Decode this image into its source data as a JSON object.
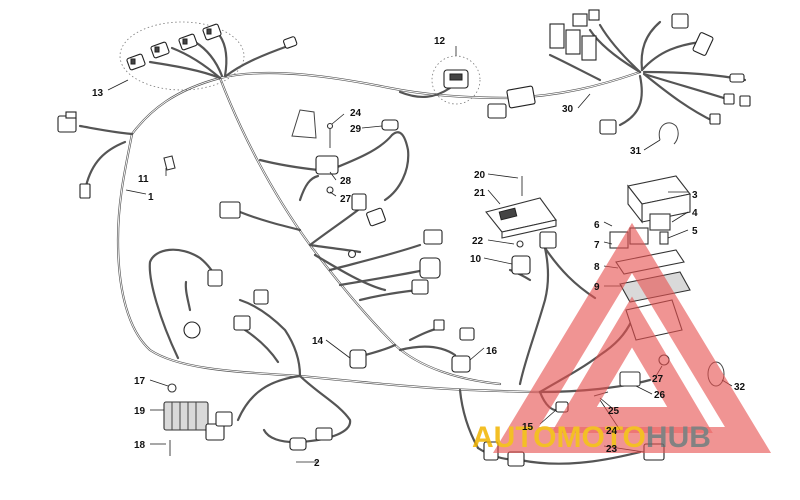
{
  "callouts": [
    {
      "id": "c1",
      "text": "1"
    },
    {
      "id": "c2",
      "text": "2"
    },
    {
      "id": "c3",
      "text": "3"
    },
    {
      "id": "c4",
      "text": "4"
    },
    {
      "id": "c5",
      "text": "5"
    },
    {
      "id": "c6",
      "text": "6"
    },
    {
      "id": "c7",
      "text": "7"
    },
    {
      "id": "c8",
      "text": "8"
    },
    {
      "id": "c9",
      "text": "9"
    },
    {
      "id": "c10",
      "text": "10"
    },
    {
      "id": "c11",
      "text": "11"
    },
    {
      "id": "c12",
      "text": "12"
    },
    {
      "id": "c13",
      "text": "13"
    },
    {
      "id": "c14",
      "text": "14"
    },
    {
      "id": "c15",
      "text": "15"
    },
    {
      "id": "c16",
      "text": "16"
    },
    {
      "id": "c17",
      "text": "17"
    },
    {
      "id": "c18",
      "text": "18"
    },
    {
      "id": "c19",
      "text": "19"
    },
    {
      "id": "c20",
      "text": "20"
    },
    {
      "id": "c21",
      "text": "21"
    },
    {
      "id": "c22",
      "text": "22"
    },
    {
      "id": "c23",
      "text": "23"
    },
    {
      "id": "c24a",
      "text": "24"
    },
    {
      "id": "c24b",
      "text": "24"
    },
    {
      "id": "c25",
      "text": "25"
    },
    {
      "id": "c26",
      "text": "26"
    },
    {
      "id": "c27a",
      "text": "27"
    },
    {
      "id": "c27b",
      "text": "27"
    },
    {
      "id": "c28",
      "text": "28"
    },
    {
      "id": "c29",
      "text": "29"
    },
    {
      "id": "c30",
      "text": "30"
    },
    {
      "id": "c31",
      "text": "31"
    },
    {
      "id": "c32",
      "text": "32"
    }
  ],
  "watermark": {
    "part1": "AUTO",
    "part2": "MOTO",
    "part3": "HUB",
    "colors": {
      "auto": "#f2b400",
      "moto": "#f2b400",
      "hub": "#6d6d6d",
      "triangle": "#e8504f"
    }
  }
}
